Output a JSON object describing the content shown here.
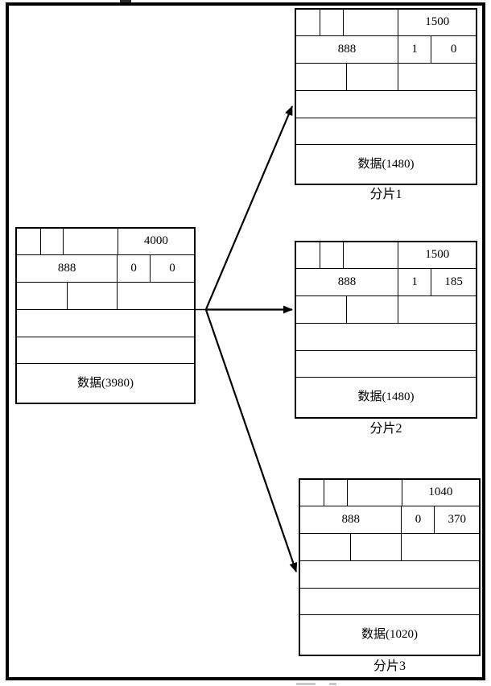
{
  "figure": {
    "original_packet": {
      "total_length": "4000",
      "identification": "888",
      "flag": "0",
      "fragment_offset": "0",
      "data_label": "数据(3980)"
    },
    "fragments": [
      {
        "caption": "分片1",
        "total_length": "1500",
        "identification": "888",
        "flag": "1",
        "fragment_offset": "0",
        "data_label": "数据(1480)"
      },
      {
        "caption": "分片2",
        "total_length": "1500",
        "identification": "888",
        "flag": "1",
        "fragment_offset": "185",
        "data_label": "数据(1480)"
      },
      {
        "caption": "分片3",
        "total_length": "1040",
        "identification": "888",
        "flag": "0",
        "fragment_offset": "370",
        "data_label": "数据(1020)"
      }
    ]
  }
}
